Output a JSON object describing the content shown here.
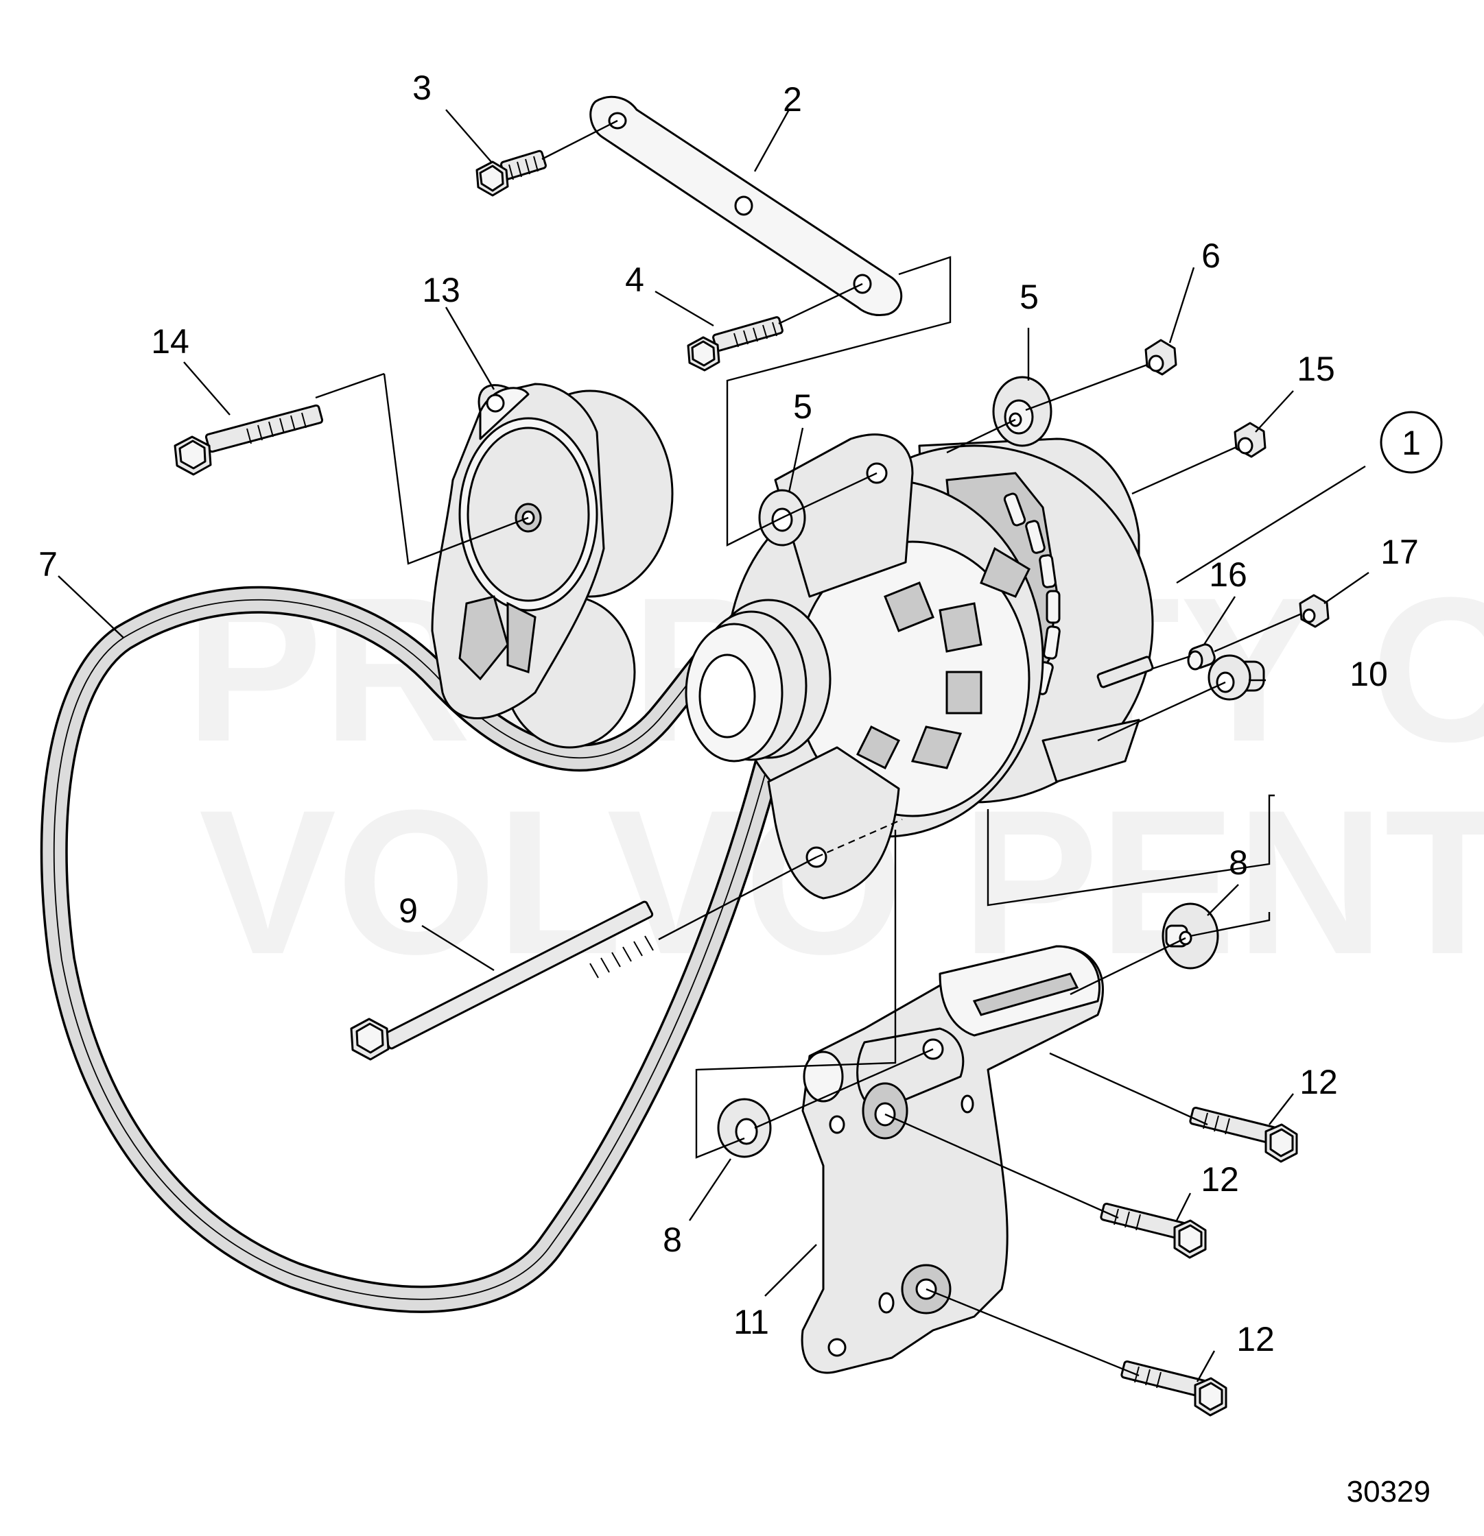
{
  "watermark": {
    "line1": "PROPERTY OF",
    "line2": "VOLVO PENTA"
  },
  "callouts": {
    "c1": "1",
    "c2": "2",
    "c3": "3",
    "c4": "4",
    "c5a": "5",
    "c5b": "5",
    "c6": "6",
    "c7": "7",
    "c8a": "8",
    "c8b": "8",
    "c9": "9",
    "c10": "10",
    "c11": "11",
    "c12a": "12",
    "c12b": "12",
    "c12c": "12",
    "c13": "13",
    "c14": "14",
    "c15": "15",
    "c16": "16",
    "c17": "17"
  },
  "drawing_number": "30329"
}
